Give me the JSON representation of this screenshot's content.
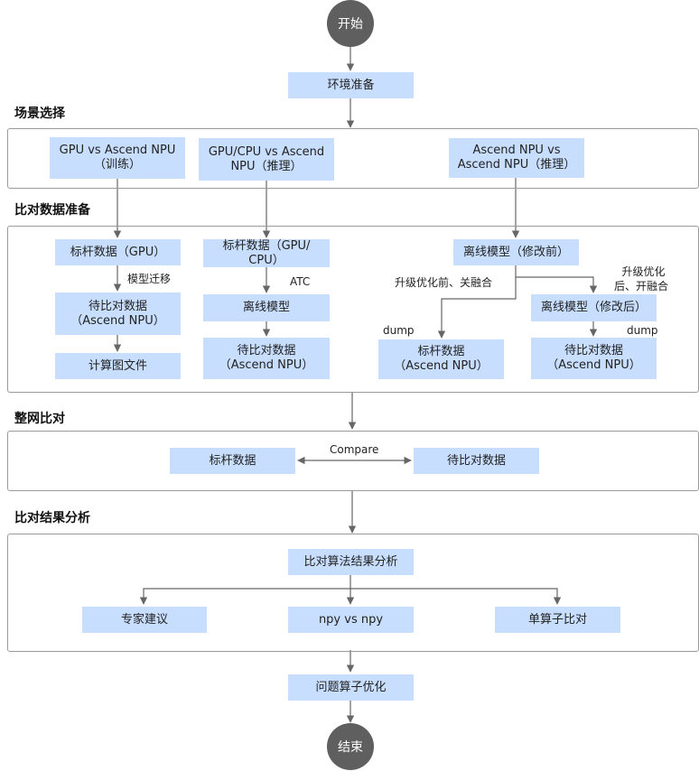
{
  "start": "开始",
  "end": "结束",
  "env": "环境准备",
  "sections": {
    "scenario": "场景选择",
    "data_prep": "比对数据准备",
    "net_compare": "整网比对",
    "analysis": "比对结果分析"
  },
  "scenarios": [
    [
      "GPU vs Ascend NPU",
      "（训练）"
    ],
    [
      "GPU/CPU vs Ascend",
      "NPU（推理）"
    ],
    [
      "Ascend NPU vs",
      "Ascend NPU（推理）"
    ]
  ],
  "col1": {
    "baseline": "标杆数据（GPU）",
    "edge_label": "模型迁移",
    "target": [
      "待比对数据",
      "（Ascend NPU）"
    ],
    "graph_file": "计算图文件"
  },
  "col2": {
    "baseline": [
      "标杆数据（GPU/",
      "CPU）"
    ],
    "edge_label": "ATC",
    "offline_model": "离线模型",
    "target": [
      "待比对数据",
      "（Ascend NPU）"
    ]
  },
  "col3": {
    "offline_before": "离线模型（修改前）",
    "label_before": "升级优化前、关融合",
    "label_after": [
      "升级优化",
      "后、开融合"
    ],
    "offline_after": "离线模型（修改后）",
    "dump_left": "dump",
    "dump_right": "dump",
    "baseline": [
      "标杆数据",
      "（Ascend NPU）"
    ],
    "target": [
      "待比对数据",
      "（Ascend NPU）"
    ]
  },
  "net": {
    "baseline": "标杆数据",
    "target": "待比对数据",
    "compare_label": "Compare"
  },
  "analysis": {
    "main": "比对算法结果分析",
    "expert": "专家建议",
    "npy": "npy vs npy",
    "single_op": "单算子比对"
  },
  "optimize": "问题算子优化",
  "colors": {
    "box_fill": "#c8deff",
    "terminal_fill": "#5f5f5f",
    "line": "#666666",
    "section_border": "#9a9a9a"
  }
}
